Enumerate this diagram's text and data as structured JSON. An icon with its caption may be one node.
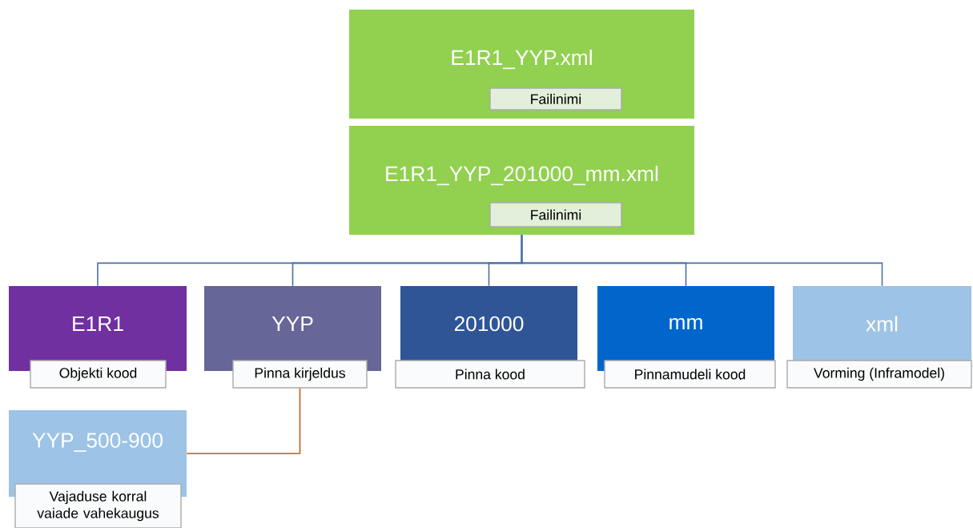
{
  "diagram": {
    "nodes": [
      {
        "text": [
          "E1R1_YYP.xml",
          "Failinimi"
        ]
      },
      {
        "text": [
          "E1R1_YYP_201000_mm.xml",
          "Failinimi"
        ]
      },
      {
        "text": [
          "E1R1",
          "Objekti kood"
        ]
      },
      {
        "text": [
          "YYP",
          "Pinna kirjeldus"
        ]
      },
      {
        "text": [
          "201000",
          "Pinna kood"
        ]
      },
      {
        "text": [
          "mm",
          "Pinnamudeli kood"
        ]
      },
      {
        "text": [
          "xml",
          "Vorming (Inframodel)"
        ]
      },
      {
        "text": [
          "YYP_500-900",
          "Vajaduse korral vaiade vahekaugus"
        ]
      }
    ],
    "edges": [
      {
        "from": 1,
        "to": 2,
        "arrow": "none"
      },
      {
        "from": 1,
        "to": 3,
        "arrow": "none"
      },
      {
        "from": 1,
        "to": 4,
        "arrow": "none"
      },
      {
        "from": 1,
        "to": 5,
        "arrow": "none"
      },
      {
        "from": 1,
        "to": 6,
        "arrow": "none"
      },
      {
        "from": 3,
        "to": 7,
        "arrow": "none",
        "color": "#c55a11"
      }
    ]
  }
}
